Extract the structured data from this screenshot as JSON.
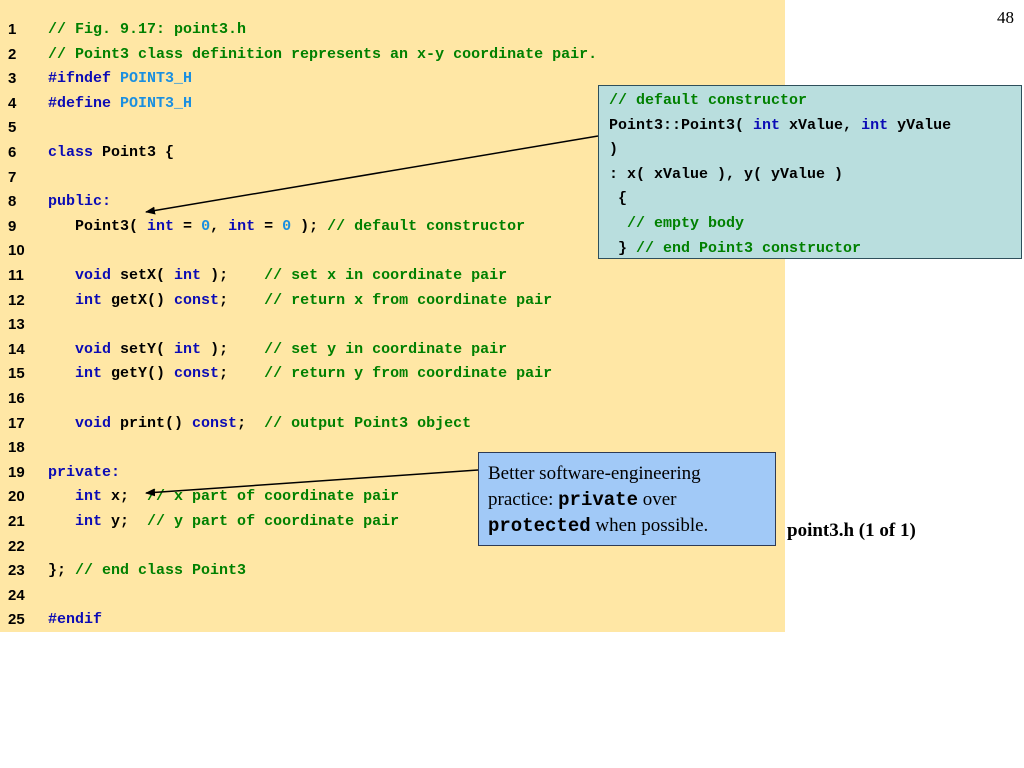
{
  "slide": {
    "number": "48",
    "file_caption": "point3.h (1 of 1)"
  },
  "code_lines": [
    {
      "n": "1",
      "segs": [
        [
          "cm",
          "// Fig. 9.17: point3.h"
        ]
      ]
    },
    {
      "n": "2",
      "segs": [
        [
          "cm",
          "// Point3 class definition represents an x-y coordinate pair."
        ]
      ]
    },
    {
      "n": "3",
      "segs": [
        [
          "pp",
          "#ifndef "
        ],
        [
          "id",
          "POINT3_H"
        ]
      ]
    },
    {
      "n": "4",
      "segs": [
        [
          "pp",
          "#define "
        ],
        [
          "id",
          "POINT3_H"
        ]
      ]
    },
    {
      "n": "5",
      "segs": []
    },
    {
      "n": "6",
      "segs": [
        [
          "kw",
          "class"
        ],
        [
          "pl",
          " Point3 {"
        ]
      ]
    },
    {
      "n": "7",
      "segs": []
    },
    {
      "n": "8",
      "segs": [
        [
          "kw",
          "public:"
        ]
      ]
    },
    {
      "n": "9",
      "segs": [
        [
          "pl",
          "   Point3( "
        ],
        [
          "kw",
          "int"
        ],
        [
          "pl",
          " = "
        ],
        [
          "num",
          "0"
        ],
        [
          "pl",
          ", "
        ],
        [
          "kw",
          "int"
        ],
        [
          "pl",
          " = "
        ],
        [
          "num",
          "0"
        ],
        [
          "pl",
          " ); "
        ],
        [
          "cm",
          "// default constructor"
        ]
      ]
    },
    {
      "n": "10",
      "segs": []
    },
    {
      "n": "11",
      "segs": [
        [
          "pl",
          "   "
        ],
        [
          "kw",
          "void"
        ],
        [
          "pl",
          " setX( "
        ],
        [
          "kw",
          "int"
        ],
        [
          "pl",
          " );    "
        ],
        [
          "cm",
          "// set x in coordinate pair"
        ]
      ]
    },
    {
      "n": "12",
      "segs": [
        [
          "pl",
          "   "
        ],
        [
          "kw",
          "int"
        ],
        [
          "pl",
          " getX() "
        ],
        [
          "kw",
          "const"
        ],
        [
          "pl",
          ";    "
        ],
        [
          "cm",
          "// return x from coordinate pair"
        ]
      ]
    },
    {
      "n": "13",
      "segs": []
    },
    {
      "n": "14",
      "segs": [
        [
          "pl",
          "   "
        ],
        [
          "kw",
          "void"
        ],
        [
          "pl",
          " setY( "
        ],
        [
          "kw",
          "int"
        ],
        [
          "pl",
          " );    "
        ],
        [
          "cm",
          "// set y in coordinate pair"
        ]
      ]
    },
    {
      "n": "15",
      "segs": [
        [
          "pl",
          "   "
        ],
        [
          "kw",
          "int"
        ],
        [
          "pl",
          " getY() "
        ],
        [
          "kw",
          "const"
        ],
        [
          "pl",
          ";    "
        ],
        [
          "cm",
          "// return y from coordinate pair"
        ]
      ]
    },
    {
      "n": "16",
      "segs": []
    },
    {
      "n": "17",
      "segs": [
        [
          "pl",
          "   "
        ],
        [
          "kw",
          "void"
        ],
        [
          "pl",
          " print() "
        ],
        [
          "kw",
          "const"
        ],
        [
          "pl",
          ";  "
        ],
        [
          "cm",
          "// output Point3 object"
        ]
      ]
    },
    {
      "n": "18",
      "segs": []
    },
    {
      "n": "19",
      "segs": [
        [
          "kw",
          "private:"
        ]
      ]
    },
    {
      "n": "20",
      "segs": [
        [
          "pl",
          "   "
        ],
        [
          "kw",
          "int"
        ],
        [
          "pl",
          " x;  "
        ],
        [
          "cm",
          "// x part of coordinate pair"
        ]
      ]
    },
    {
      "n": "21",
      "segs": [
        [
          "pl",
          "   "
        ],
        [
          "kw",
          "int"
        ],
        [
          "pl",
          " y;  "
        ],
        [
          "cm",
          "// y part of coordinate pair"
        ]
      ]
    },
    {
      "n": "22",
      "segs": []
    },
    {
      "n": "23",
      "segs": [
        [
          "pl",
          "}; "
        ],
        [
          "cm",
          "// end class Point3"
        ]
      ]
    },
    {
      "n": "24",
      "segs": []
    },
    {
      "n": "25",
      "segs": [
        [
          "pp",
          "#endif"
        ]
      ]
    }
  ],
  "callout_constructor": {
    "lines": [
      [
        [
          "cm",
          "// default constructor"
        ]
      ],
      [
        [
          "pl",
          "Point3::Point3( "
        ],
        [
          "kw",
          "int"
        ],
        [
          "pl",
          " xValue, "
        ],
        [
          "kw",
          "int"
        ],
        [
          "pl",
          " yValue"
        ]
      ],
      [
        [
          "pl",
          ")"
        ]
      ],
      [
        [
          "pl",
          ": x( xValue ), y( yValue )"
        ]
      ],
      [
        [
          "pl",
          " {"
        ]
      ],
      [
        [
          "pl",
          "  "
        ],
        [
          "cm",
          "// empty body"
        ]
      ],
      [
        [
          "pl",
          " } "
        ],
        [
          "cm",
          "// end Point3 constructor"
        ]
      ]
    ]
  },
  "callout_private": {
    "text1": "Better software-engineering practice: ",
    "kw1": "private",
    "text2": " over ",
    "kw2": "protected",
    "text3": " when possible."
  },
  "colors": {
    "code_background": "#ffe7a5",
    "keyword": "#0b0bb5",
    "comment": "#008000",
    "identifier": "#1a8fe0",
    "callout_constructor_bg": "#b9dede",
    "callout_private_bg": "#a1c9f7"
  }
}
